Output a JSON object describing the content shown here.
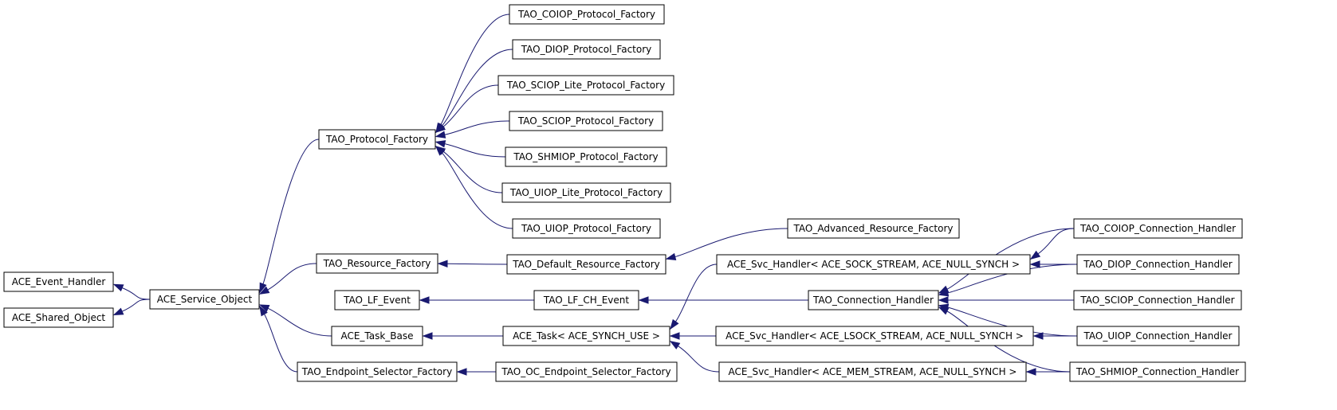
{
  "diagram": {
    "edge_color": "#191970",
    "nodes": [
      {
        "id": "ace_event_handler",
        "label": "ACE_Event_Handler"
      },
      {
        "id": "ace_shared_object",
        "label": "ACE_Shared_Object"
      },
      {
        "id": "ace_service_object",
        "label": "ACE_Service_Object"
      },
      {
        "id": "tao_protocol_factory",
        "label": "TAO_Protocol_Factory"
      },
      {
        "id": "tao_coiop_protocol_factory",
        "label": "TAO_COIOP_Protocol_Factory"
      },
      {
        "id": "tao_diop_protocol_factory",
        "label": "TAO_DIOP_Protocol_Factory"
      },
      {
        "id": "tao_sciop_lite_protocol_factory",
        "label": "TAO_SCIOP_Lite_Protocol_Factory"
      },
      {
        "id": "tao_sciop_protocol_factory",
        "label": "TAO_SCIOP_Protocol_Factory"
      },
      {
        "id": "tao_shmiop_protocol_factory",
        "label": "TAO_SHMIOP_Protocol_Factory"
      },
      {
        "id": "tao_uiop_lite_protocol_factory",
        "label": "TAO_UIOP_Lite_Protocol_Factory"
      },
      {
        "id": "tao_uiop_protocol_factory",
        "label": "TAO_UIOP_Protocol_Factory"
      },
      {
        "id": "tao_resource_factory",
        "label": "TAO_Resource_Factory"
      },
      {
        "id": "tao_default_resource_factory",
        "label": "TAO_Default_Resource_Factory"
      },
      {
        "id": "tao_advanced_resource_factory",
        "label": "TAO_Advanced_Resource_Factory"
      },
      {
        "id": "tao_lf_event",
        "label": "TAO_LF_Event"
      },
      {
        "id": "tao_lf_ch_event",
        "label": "TAO_LF_CH_Event"
      },
      {
        "id": "ace_task_base",
        "label": "ACE_Task_Base"
      },
      {
        "id": "ace_task_synch_use",
        "label": "ACE_Task< ACE_SYNCH_USE >"
      },
      {
        "id": "tao_endpoint_selector_factory",
        "label": "TAO_Endpoint_Selector_Factory"
      },
      {
        "id": "tao_oc_endpoint_selector_factory",
        "label": "TAO_OC_Endpoint_Selector_Factory"
      },
      {
        "id": "svc_handler_sock",
        "label": "ACE_Svc_Handler< ACE_SOCK_STREAM, ACE_NULL_SYNCH >"
      },
      {
        "id": "tao_connection_handler",
        "label": "TAO_Connection_Handler"
      },
      {
        "id": "svc_handler_lsock",
        "label": "ACE_Svc_Handler< ACE_LSOCK_STREAM, ACE_NULL_SYNCH >"
      },
      {
        "id": "svc_handler_mem",
        "label": "ACE_Svc_Handler< ACE_MEM_STREAM, ACE_NULL_SYNCH >"
      },
      {
        "id": "tao_coiop_connection_handler",
        "label": "TAO_COIOP_Connection_Handler"
      },
      {
        "id": "tao_diop_connection_handler",
        "label": "TAO_DIOP_Connection_Handler"
      },
      {
        "id": "tao_sciop_connection_handler",
        "label": "TAO_SCIOP_Connection_Handler"
      },
      {
        "id": "tao_uiop_connection_handler",
        "label": "TAO_UIOP_Connection_Handler"
      },
      {
        "id": "tao_shmiop_connection_handler",
        "label": "TAO_SHMIOP_Connection_Handler"
      }
    ],
    "edges": [
      {
        "from": "ace_service_object",
        "to": "ace_event_handler"
      },
      {
        "from": "ace_service_object",
        "to": "ace_shared_object"
      },
      {
        "from": "tao_protocol_factory",
        "to": "ace_service_object"
      },
      {
        "from": "tao_resource_factory",
        "to": "ace_service_object"
      },
      {
        "from": "ace_task_base",
        "to": "ace_service_object"
      },
      {
        "from": "tao_endpoint_selector_factory",
        "to": "ace_service_object"
      },
      {
        "from": "tao_coiop_protocol_factory",
        "to": "tao_protocol_factory"
      },
      {
        "from": "tao_diop_protocol_factory",
        "to": "tao_protocol_factory"
      },
      {
        "from": "tao_sciop_lite_protocol_factory",
        "to": "tao_protocol_factory"
      },
      {
        "from": "tao_sciop_protocol_factory",
        "to": "tao_protocol_factory"
      },
      {
        "from": "tao_shmiop_protocol_factory",
        "to": "tao_protocol_factory"
      },
      {
        "from": "tao_uiop_lite_protocol_factory",
        "to": "tao_protocol_factory"
      },
      {
        "from": "tao_uiop_protocol_factory",
        "to": "tao_protocol_factory"
      },
      {
        "from": "tao_default_resource_factory",
        "to": "tao_resource_factory"
      },
      {
        "from": "tao_advanced_resource_factory",
        "to": "tao_default_resource_factory"
      },
      {
        "from": "tao_lf_ch_event",
        "to": "tao_lf_event"
      },
      {
        "from": "tao_connection_handler",
        "to": "tao_lf_ch_event"
      },
      {
        "from": "ace_task_synch_use",
        "to": "ace_task_base"
      },
      {
        "from": "svc_handler_sock",
        "to": "ace_task_synch_use"
      },
      {
        "from": "svc_handler_lsock",
        "to": "ace_task_synch_use"
      },
      {
        "from": "svc_handler_mem",
        "to": "ace_task_synch_use"
      },
      {
        "from": "tao_oc_endpoint_selector_factory",
        "to": "tao_endpoint_selector_factory"
      },
      {
        "from": "tao_coiop_connection_handler",
        "to": "svc_handler_sock"
      },
      {
        "from": "tao_diop_connection_handler",
        "to": "svc_handler_sock"
      },
      {
        "from": "tao_coiop_connection_handler",
        "to": "tao_connection_handler"
      },
      {
        "from": "tao_diop_connection_handler",
        "to": "tao_connection_handler"
      },
      {
        "from": "tao_sciop_connection_handler",
        "to": "tao_connection_handler"
      },
      {
        "from": "tao_uiop_connection_handler",
        "to": "tao_connection_handler"
      },
      {
        "from": "tao_shmiop_connection_handler",
        "to": "tao_connection_handler"
      },
      {
        "from": "tao_uiop_connection_handler",
        "to": "svc_handler_lsock"
      },
      {
        "from": "tao_shmiop_connection_handler",
        "to": "svc_handler_mem"
      }
    ]
  }
}
